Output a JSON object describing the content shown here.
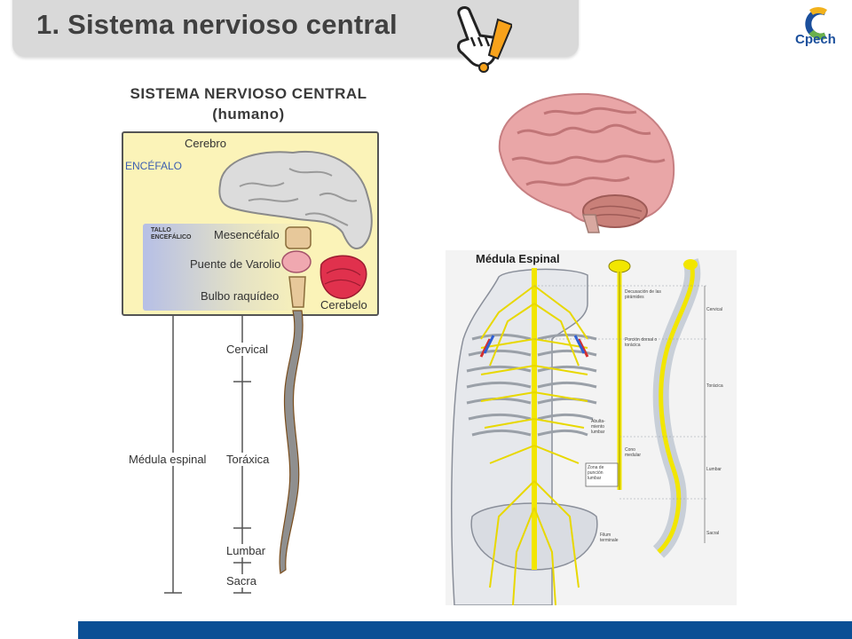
{
  "header": {
    "title": "1. Sistema nervioso central"
  },
  "logo": {
    "text": "Cpech",
    "color": "#1b4f9c"
  },
  "diagram": {
    "title_line1": "SISTEMA  NERVIOSO  CENTRAL",
    "title_line2": "(humano)",
    "encefalo_label": "ENCÉFALO",
    "cerebro": "Cerebro",
    "tallo_label": "TALLO ENCEFÁLICO",
    "mesencefalo": "Mesencéfalo",
    "puente": "Puente de Varolio",
    "bulbo": "Bulbo raquídeo",
    "cerebelo": "Cerebelo",
    "medula": "Médula espinal",
    "cervical": "Cervical",
    "toraxica": "Toráxica",
    "lumbar": "Lumbar",
    "sacra": "Sacra"
  },
  "spine_panel": {
    "title": "Médula Espinal",
    "decusacion": "Decusación de las pirámides",
    "porcion": "Porción dorsal o torácica",
    "abultamiento": "Abulta- miento lumbar",
    "cono": "Cono medular",
    "zona": "Zona de punción lumbar",
    "filum": "Filum terminale",
    "cervical": "Cervical",
    "toracica": "Torácica",
    "lumbar": "Lumbar",
    "sacral": "Sacral"
  },
  "colors": {
    "accent_bar": "#0b4f95",
    "title_tab": "#d9d9d9",
    "nerve_yellow": "#f2e600"
  }
}
